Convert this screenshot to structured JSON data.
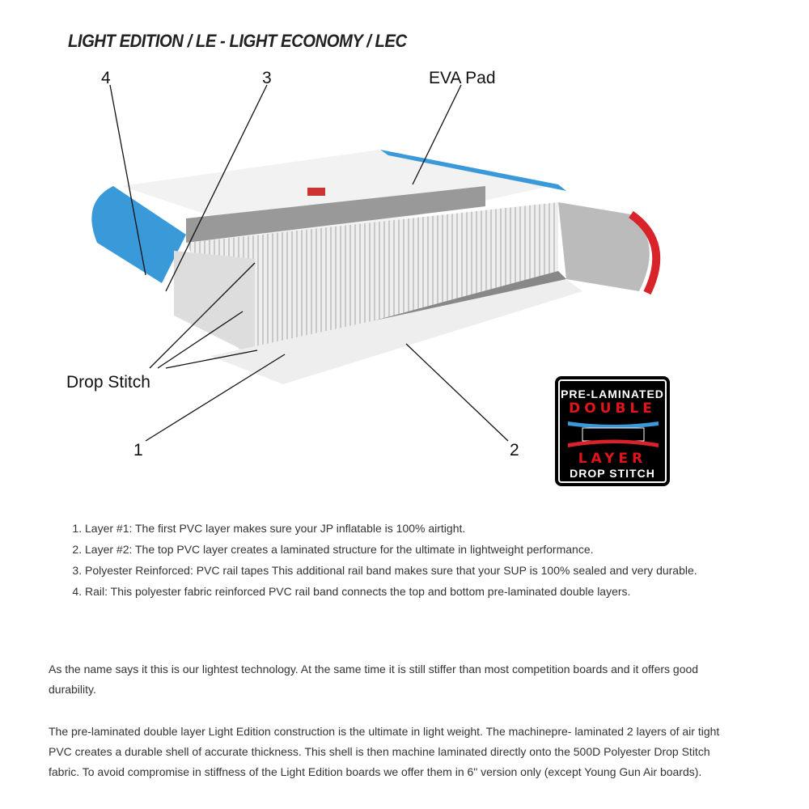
{
  "title": "LIGHT EDITION / LE - LIGHT ECONOMY / LEC",
  "labels": {
    "four": "4",
    "three": "3",
    "eva": "EVA Pad",
    "drop": "Drop Stitch",
    "one": "1",
    "two": "2"
  },
  "badge": {
    "line1": "PRE-LAMINATED",
    "line2": "DOUBLE",
    "line3": "LAYER",
    "line4": "DROP STITCH"
  },
  "list": [
    "Layer #1: The first PVC layer makes sure your JP inflatable is 100% airtight.",
    "Layer #2: The top PVC layer creates a laminated structure for the ultimate in lightweight performance.",
    "Polyester Reinforced: PVC rail tapes This additional rail band makes sure that your SUP is 100% sealed and very durable.",
    "Rail: This polyester fabric reinforced PVC rail band connects the top and bottom pre-laminated double layers."
  ],
  "para1": "As the name says it this is our lightest technology. At the same time it is still stiffer than most competition boards and it offers good durability.",
  "para2": "The pre-laminated double layer Light Edition construction is the ultimate in light weight. The machinepre- laminated 2 layers of air tight PVC creates a durable shell of accurate thickness. This shell is then machine laminated directly onto the 500D Polyester Drop Stitch fabric. To avoid compromise in stiffness of the Light Edition boards we offer them in 6\" version only (except Young Gun Air boards).",
  "colors": {
    "blue": "#3a9ad9",
    "red": "#d9232a"
  }
}
